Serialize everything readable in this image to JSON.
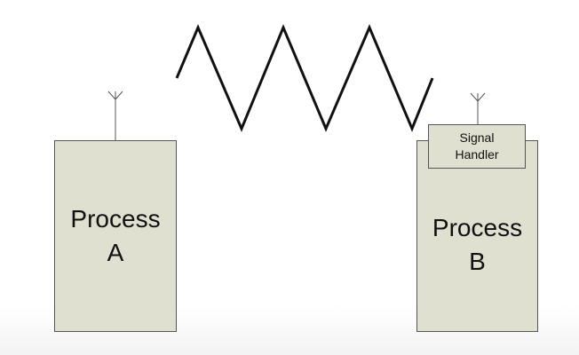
{
  "diagram": {
    "process_a": {
      "label": "Process\nA"
    },
    "process_b": {
      "label": "Process\nB"
    },
    "signal_handler": {
      "label": "Signal\nHandler"
    }
  },
  "colors": {
    "box_fill": "#dfe0cf",
    "box_border": "#555555",
    "signal_line": "#111111",
    "antenna": "#555555"
  }
}
